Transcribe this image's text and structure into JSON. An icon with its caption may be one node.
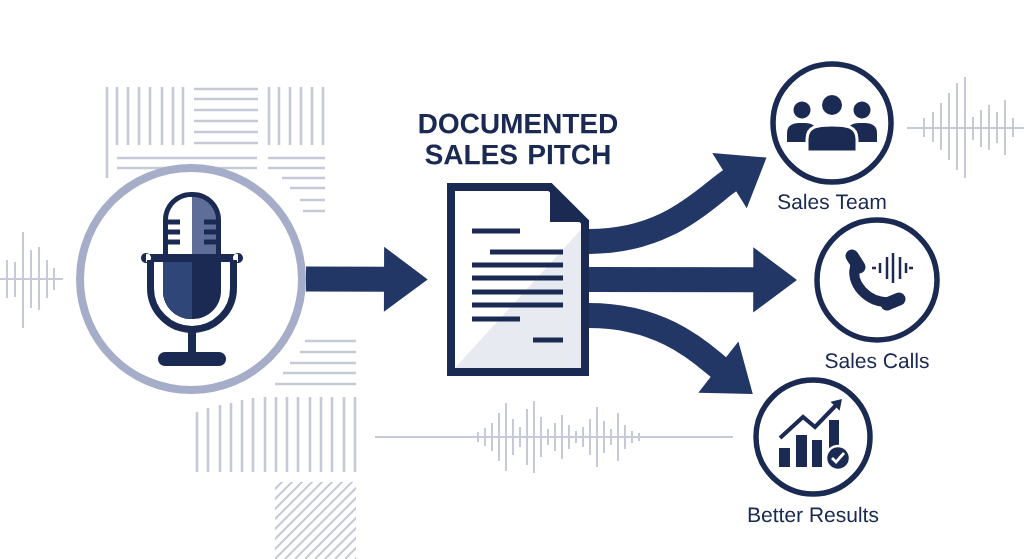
{
  "diagram": {
    "nodes": [
      {
        "text": [],
        "shape": "circle"
      },
      {
        "text": [
          "DOCUMENTED SALES PITCH"
        ]
      },
      {
        "text": [
          "Sales Team"
        ]
      },
      {
        "text": [
          "Sales Calls"
        ]
      },
      {
        "text": [
          "Better Results"
        ]
      }
    ],
    "edges": [
      {
        "from": 0,
        "to": 1,
        "arrow": "to"
      },
      {
        "from": 1,
        "to": 2,
        "arrow": "to"
      },
      {
        "from": 1,
        "to": 3,
        "arrow": "to"
      },
      {
        "from": 1,
        "to": 4,
        "arrow": "to"
      }
    ]
  }
}
